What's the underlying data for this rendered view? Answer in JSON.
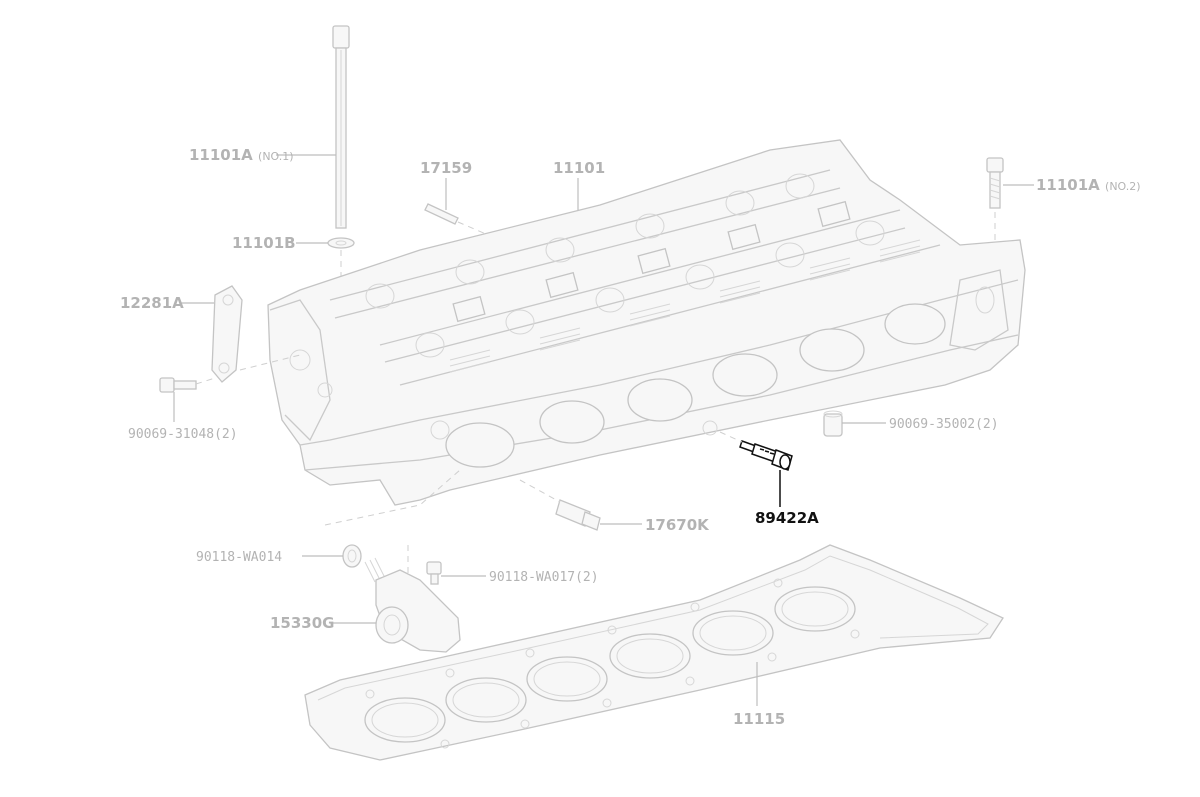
{
  "parts": {
    "p11101a_no1": "11101A",
    "p11101a_no1_sub": "(NO.1)",
    "p11101b": "11101B",
    "p12281a": "12281A",
    "p90069_31048": "90069-31048(2)",
    "p17159": "17159",
    "p11101": "11101",
    "p11101a_no2": "11101A",
    "p11101a_no2_sub": "(NO.2)",
    "p90069_35002": "90069-35002(2)",
    "p89422a": "89422A",
    "p17670k": "17670K",
    "p90118_wa014": "90118-WA014",
    "p90118_wa017": "90118-WA017(2)",
    "p15330g": "15330G",
    "p11115": "11115"
  },
  "colors": {
    "faded_line": "#c9c9c9",
    "faded_text": "#b3b3b3",
    "highlight": "#111111"
  }
}
